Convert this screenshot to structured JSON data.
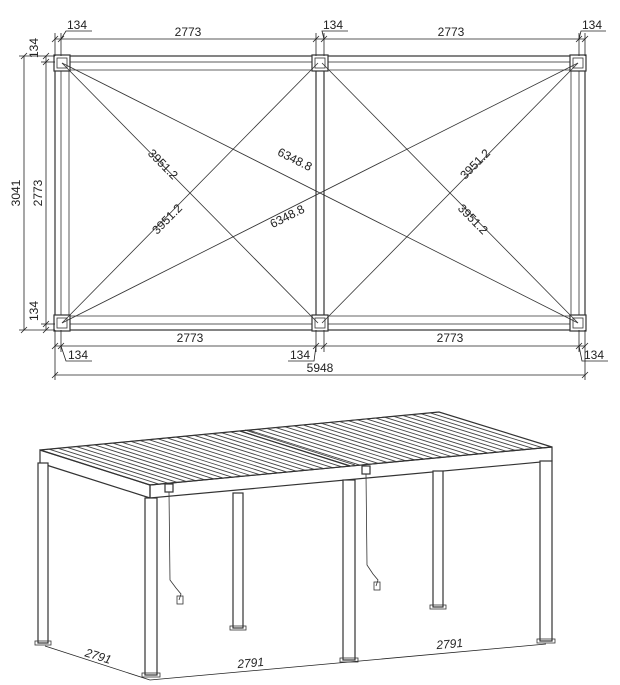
{
  "plan": {
    "top_left_134": "134",
    "top_span_1": "2773",
    "top_mid_134": "134",
    "top_span_2": "2773",
    "top_right_134": "134",
    "left_top_134": "134",
    "left_total": "3041",
    "left_span": "2773",
    "left_bottom_134": "134",
    "diag_a": "3951.2",
    "diag_b": "3951.2",
    "diag_c": "6348.8",
    "diag_d": "6348.8",
    "diag_e": "3951.2",
    "diag_f": "3951.2",
    "bottom_span_1": "2773",
    "bottom_span_2": "2773",
    "bottom_left_134": "134",
    "bottom_mid_134": "134",
    "bottom_right_134": "134",
    "overall": "5948"
  },
  "iso": {
    "depth": "2791",
    "front_1": "2791",
    "front_2": "2791"
  }
}
